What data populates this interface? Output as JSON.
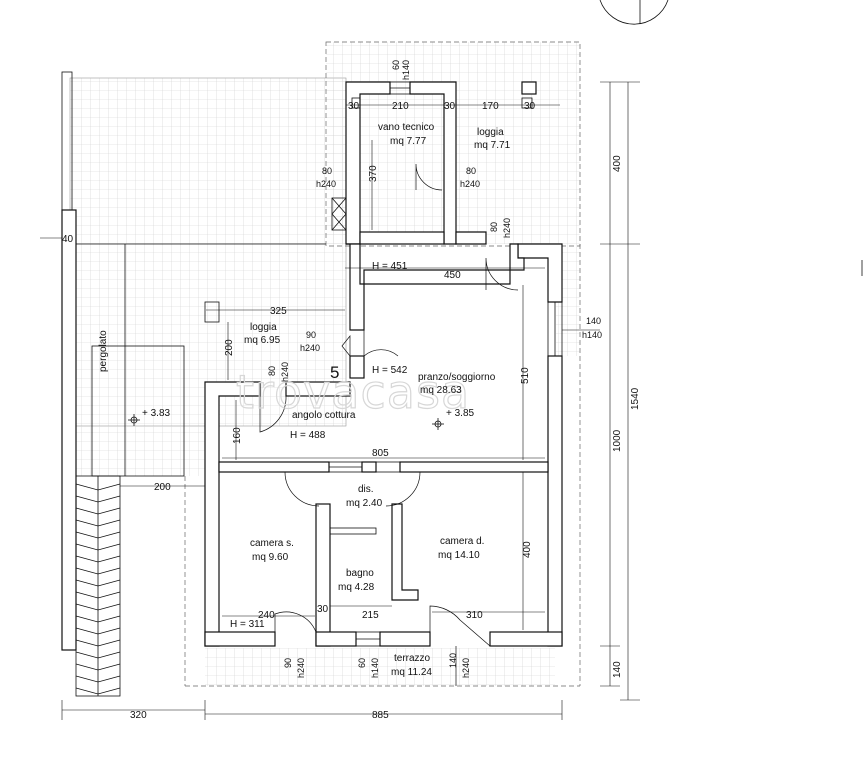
{
  "rooms": {
    "vano_tecnico": {
      "name": "vano tecnico",
      "area": "mq 7.77"
    },
    "loggia_top": {
      "name": "loggia",
      "area": "mq 7.71"
    },
    "loggia_left": {
      "name": "loggia",
      "area": "mq 6.95"
    },
    "pranzo": {
      "name": "pranzo/soggiorno",
      "area": "mq 28.63"
    },
    "angolo_cottura": {
      "name": "angolo cottura"
    },
    "dis": {
      "name": "dis.",
      "area": "mq 2.40"
    },
    "camera_s": {
      "name": "camera s.",
      "area": "mq 9.60"
    },
    "bagno": {
      "name": "bagno",
      "area": "mq 4.28"
    },
    "camera_d": {
      "name": "camera d.",
      "area": "mq 14.10"
    },
    "terrazzo": {
      "name": "terrazzo",
      "area": "mq 11.24"
    },
    "pergolato": {
      "name": "pergolato"
    }
  },
  "heights": {
    "h451": "H = 451",
    "h542": "H = 542",
    "h488": "H = 488",
    "h311": "H = 311"
  },
  "levels": {
    "l383": "+ 3.83",
    "l385": "+ 3.85"
  },
  "openings": {
    "top_window": {
      "w": "60",
      "h": "h140"
    },
    "vano_door": {
      "w": "80",
      "h": "h240"
    },
    "loggia_door": {
      "w": "80",
      "h": "h240"
    },
    "right_door": {
      "w": "80",
      "h": "h240"
    },
    "right_window": {
      "w": "140",
      "h": "h140"
    },
    "loggia_left_door": {
      "w": "90",
      "h": "h240"
    },
    "kitchen_door": {
      "w": "80",
      "h": "h240"
    },
    "bottom_door_left": {
      "w": "90",
      "h": "h240"
    },
    "bottom_window": {
      "w": "60",
      "h": "h140"
    },
    "bottom_door_right": {
      "w": "140",
      "h": "h240"
    }
  },
  "dimensions": {
    "d30a": "30",
    "d210": "210",
    "d30b": "30",
    "d170": "170",
    "d30c": "30",
    "d400_top": "400",
    "d370": "370",
    "d40": "40",
    "d450": "450",
    "d325": "325",
    "d200_v": "200",
    "d510": "510",
    "d1540": "1540",
    "d160": "160",
    "d805": "805",
    "d1000": "1000",
    "d200_h": "200",
    "d400_cam": "400",
    "d240": "240",
    "d30d": "30",
    "d215": "215",
    "d310": "310",
    "d140_right": "140",
    "d320": "320",
    "d885": "885"
  },
  "labels": {
    "room_number": "5",
    "watermark": "trovacasa"
  }
}
